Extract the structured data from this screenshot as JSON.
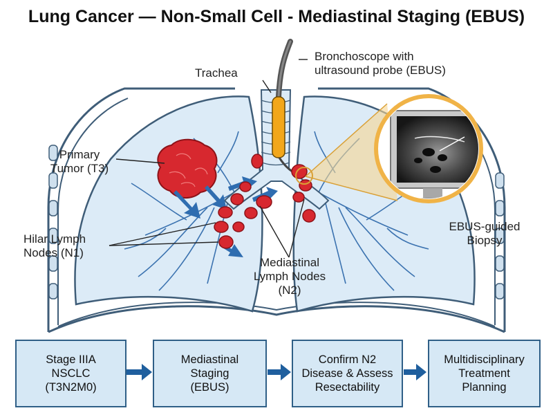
{
  "title": "Lung Cancer — Non-Small Cell - Mediastinal Staging (EBUS)",
  "labels": {
    "trachea": "Trachea",
    "bronchoscope": [
      "Bronchoscope with",
      "ultrasound probe (EBUS)"
    ],
    "primary_tumor": [
      "Primary",
      "Tumor (T3)"
    ],
    "hilar_nodes": [
      "Hilar Lymph",
      "Nodes (N1)"
    ],
    "mediastinal_nodes": [
      "Mediastinal",
      "Lymph Nodes",
      "(N2)"
    ],
    "ebus_biopsy": [
      "EBUS-guided",
      "Biopsy"
    ]
  },
  "flow": [
    {
      "lines": [
        "Stage IIIA",
        "NSCLC",
        "(T3N2M0)"
      ]
    },
    {
      "lines": [
        "Mediastinal",
        "Staging",
        "(EBUS)"
      ]
    },
    {
      "lines": [
        "Confirm N2",
        "Disease & Assess",
        "Resectability"
      ]
    },
    {
      "lines": [
        "Multidisciplinary",
        "Treatment",
        "Planning"
      ]
    }
  ],
  "colors": {
    "lung_fill": "#dcebf7",
    "lung_outline": "#3f5d78",
    "tumor": "#d7282f",
    "node": "#d7282f",
    "arrow": "#2f6db0",
    "scope_sheath": "#f2a71b",
    "monitor_ring": "#f0b347",
    "box_fill": "#d6e8f5",
    "box_border": "#2f5f87",
    "flow_arrow": "#1f5f9e"
  }
}
